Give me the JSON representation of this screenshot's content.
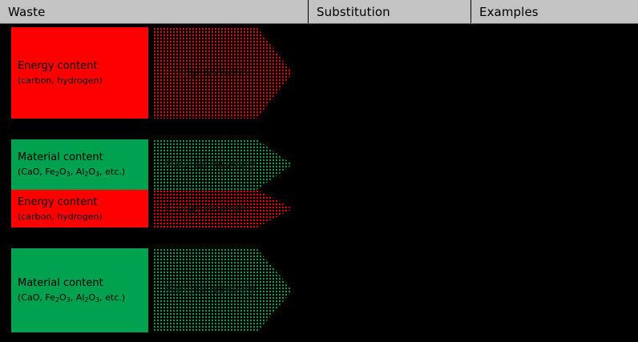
{
  "table": {
    "columns": [
      {
        "id": "waste",
        "label": "Waste"
      },
      {
        "id": "substitution",
        "label": "Substitution"
      },
      {
        "id": "examples",
        "label": "Examples"
      }
    ],
    "header_background": "#c3c3c3",
    "page_background": "#000000"
  },
  "colors": {
    "energy_red": "#fe0000",
    "material_green": "#00a14f",
    "header_grey": "#c3c3c3",
    "text_black": "#000000"
  },
  "rows": [
    {
      "id": "row-energy-only",
      "waste_blocks": [
        {
          "id": "energy-content-1",
          "kind": "energy",
          "color": "#fe0000",
          "title": "Energy content",
          "subtitle": "(carbon, hydrogen)",
          "subtitle_parts": [
            "(carbon, hydrogen)"
          ]
        }
      ],
      "substitution_arrows": [
        {
          "id": "energy-recovery-1",
          "kind": "energy",
          "color": "#fe0000",
          "label": "Energy recovery"
        }
      ],
      "examples": ""
    },
    {
      "id": "row-material-and-energy",
      "waste_blocks": [
        {
          "id": "material-content-2",
          "kind": "material",
          "color": "#00a14f",
          "title": "Material content",
          "subtitle": "(CaO, Fe2O3, Al2O3, etc.)",
          "formula": {
            "open": "(CaO, Fe",
            "sub1": "2",
            "mid1": "O",
            "sub2": "3",
            "mid2": ", Al",
            "sub3": "2",
            "mid3": "O",
            "sub4": "3",
            "close": ", etc.)"
          }
        },
        {
          "id": "energy-content-2",
          "kind": "energy",
          "color": "#fe0000",
          "title": "Energy content",
          "subtitle": "(carbon, hydrogen)"
        }
      ],
      "substitution_arrows": [
        {
          "id": "material-recovery-2",
          "kind": "material",
          "color": "#00a14f",
          "label": "Material recovery"
        },
        {
          "id": "energy-recovery-2",
          "kind": "energy",
          "color": "#fe0000",
          "label": "Energy recovery"
        }
      ],
      "examples": ""
    },
    {
      "id": "row-material-only",
      "waste_blocks": [
        {
          "id": "material-content-3",
          "kind": "material",
          "color": "#00a14f",
          "title": "Material content",
          "subtitle": "(CaO, Fe2O3, Al2O3, etc.)",
          "formula": {
            "open": "(CaO, Fe",
            "sub1": "2",
            "mid1": "O",
            "sub2": "3",
            "mid2": ", Al",
            "sub3": "2",
            "mid3": "O",
            "sub4": "3",
            "close": ", etc.)"
          }
        }
      ],
      "substitution_arrows": [
        {
          "id": "material-recovery-3",
          "kind": "material",
          "color": "#00a14f",
          "label": "Material recovery"
        }
      ],
      "examples": ""
    }
  ]
}
